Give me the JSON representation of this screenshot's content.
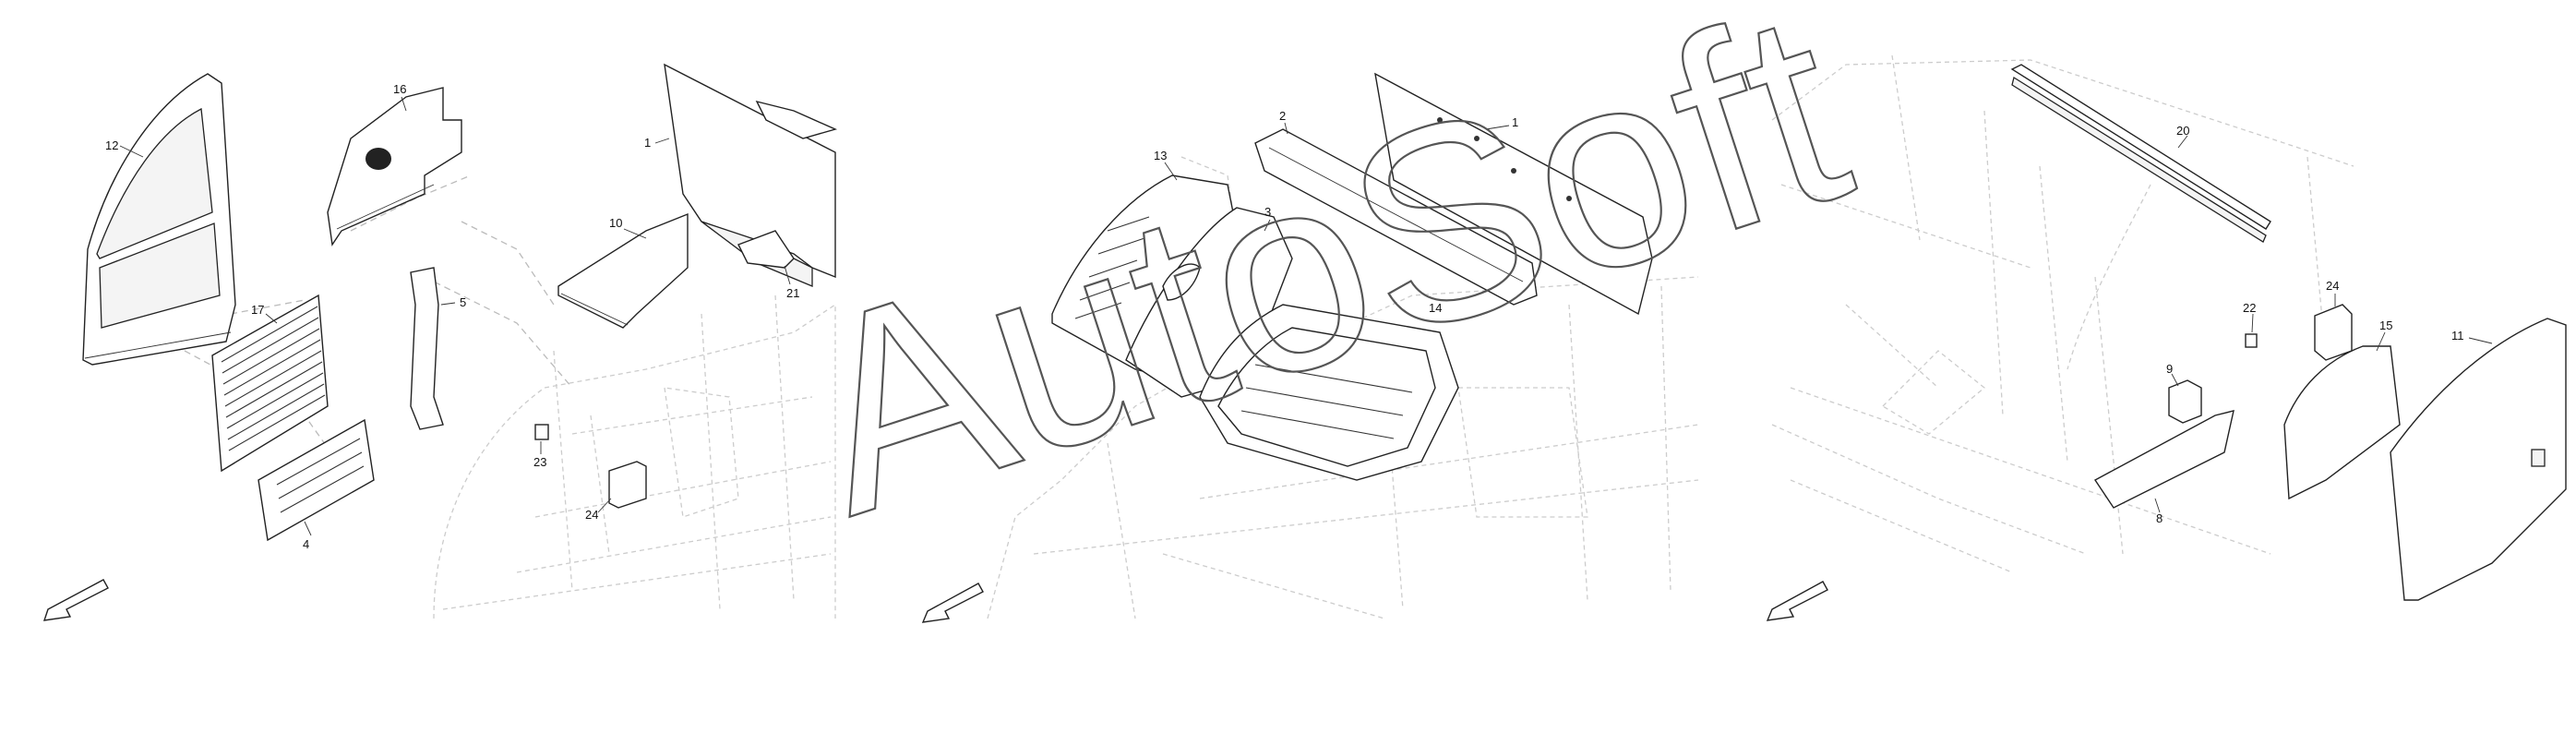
{
  "watermark": {
    "text": "AutoSoft"
  },
  "views": [
    {
      "id": "left",
      "callouts": [
        "12",
        "16",
        "1",
        "10",
        "21",
        "17",
        "5",
        "4",
        "23",
        "24"
      ]
    },
    {
      "id": "middle",
      "callouts": [
        "1",
        "2",
        "13",
        "3",
        "14"
      ]
    },
    {
      "id": "right",
      "callouts": [
        "20",
        "22",
        "24",
        "15",
        "11",
        "9",
        "8"
      ]
    }
  ],
  "icons": {
    "direction_arrow": "arrow-down-left-icon"
  }
}
